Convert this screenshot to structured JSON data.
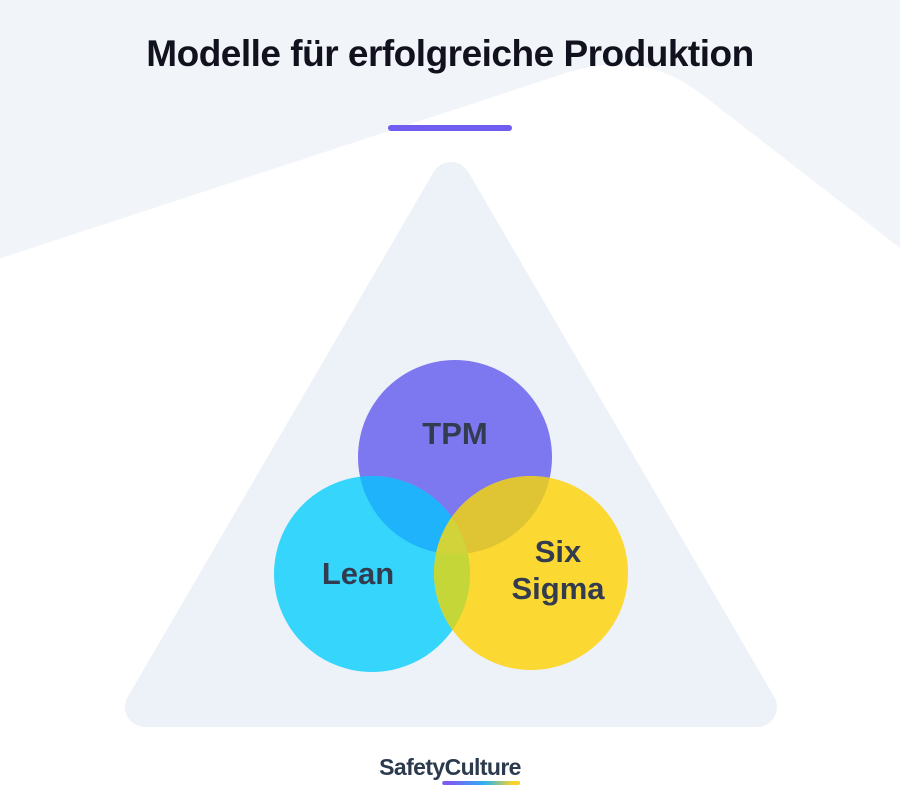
{
  "title": "Modelle für erfolgreiche Produktion",
  "venn": {
    "tpm": {
      "label": "TPM"
    },
    "lean": {
      "label": "Lean"
    },
    "six_sigma": {
      "line1": "Six",
      "line2": "Sigma"
    }
  },
  "logo": {
    "text": "SafetyCulture"
  },
  "colors": {
    "background": "#f1f4f9",
    "backdrop_white": "#ffffff",
    "triangle": "#edf1f8",
    "accent_underline": "#6f5df2",
    "title_text": "#12121f",
    "label_text": "#333c4e",
    "purple_circle": "#7d77f0",
    "cyan_circle": "#35d5fc",
    "yellow_circle": "#fbd832",
    "overlap_purple_cyan": "#1fb3fb",
    "overlap_purple_yellow": "#dfc434",
    "overlap_cyan_yellow": "#c5d639",
    "overlap_triple": "#d2d23b",
    "logo_text": "#2b3a4d",
    "logo_gradient": [
      "#7b5cf5",
      "#2bb3f0",
      "#f7d32c"
    ]
  }
}
